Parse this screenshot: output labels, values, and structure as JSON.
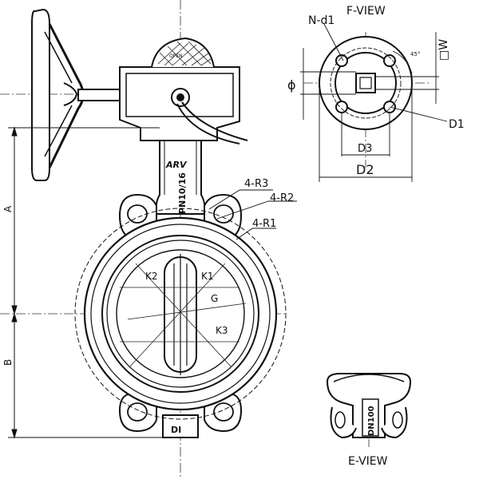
{
  "views": {
    "f_view": {
      "title": "F-VIEW",
      "labels": {
        "bolt_holes": "N-d1",
        "square": "□W",
        "diameter": "ϕ",
        "bolt_circle": "D1",
        "inner": "D3",
        "outer": "D2",
        "angle": "45°"
      }
    },
    "e_view": {
      "title": "E-VIEW",
      "marking": "DN100"
    }
  },
  "main": {
    "dimension_labels": {
      "a": "A",
      "b": "B"
    },
    "radii": {
      "r1": "4-R1",
      "r2": "4-R2",
      "r3": "4-R3"
    },
    "disc_labels": {
      "k1": "K1",
      "k2": "K2",
      "k3": "K3",
      "g": "G"
    },
    "body_marking": "PN10/16",
    "brand": "ARV",
    "bottom_marking": "DI",
    "gearbox_dial": "OPEN"
  }
}
